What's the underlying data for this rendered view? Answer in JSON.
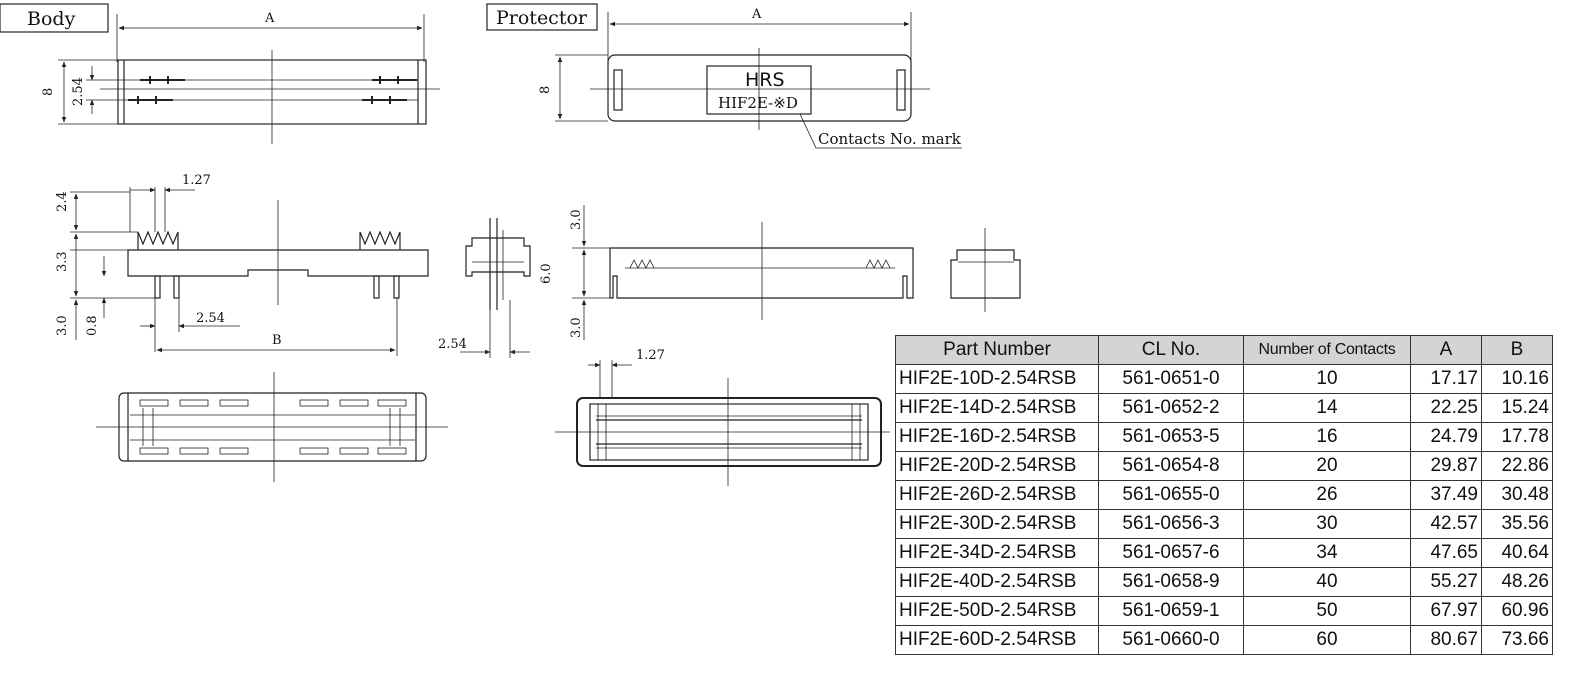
{
  "drawing": {
    "body_label": "Body",
    "protector_label": "Protector",
    "dim_a": "A",
    "dim_b": "B",
    "dim_8": "8",
    "dim_2_54": "2.54",
    "dim_1_27": "1.27",
    "dim_2_4": "2.4",
    "dim_3_3": "3.3",
    "dim_3_0": "3.0",
    "dim_0_8": "0.8",
    "dim_6_0": "6.0",
    "logo_text": "HRS",
    "model_mark": "HIF2E-※D",
    "contacts_mark_note": "Contacts No. mark"
  },
  "table": {
    "headers": [
      "Part Number",
      "CL No.",
      "Number of Contacts",
      "A",
      "B"
    ],
    "rows": [
      [
        "HIF2E-10D-2.54RSB",
        "561-0651-0",
        "10",
        "17.17",
        "10.16"
      ],
      [
        "HIF2E-14D-2.54RSB",
        "561-0652-2",
        "14",
        "22.25",
        "15.24"
      ],
      [
        "HIF2E-16D-2.54RSB",
        "561-0653-5",
        "16",
        "24.79",
        "17.78"
      ],
      [
        "HIF2E-20D-2.54RSB",
        "561-0654-8",
        "20",
        "29.87",
        "22.86"
      ],
      [
        "HIF2E-26D-2.54RSB",
        "561-0655-0",
        "26",
        "37.49",
        "30.48"
      ],
      [
        "HIF2E-30D-2.54RSB",
        "561-0656-3",
        "30",
        "42.57",
        "35.56"
      ],
      [
        "HIF2E-34D-2.54RSB",
        "561-0657-6",
        "34",
        "47.65",
        "40.64"
      ],
      [
        "HIF2E-40D-2.54RSB",
        "561-0658-9",
        "40",
        "55.27",
        "48.26"
      ],
      [
        "HIF2E-50D-2.54RSB",
        "561-0659-1",
        "50",
        "67.97",
        "60.96"
      ],
      [
        "HIF2E-60D-2.54RSB",
        "561-0660-0",
        "60",
        "80.67",
        "73.66"
      ]
    ]
  }
}
